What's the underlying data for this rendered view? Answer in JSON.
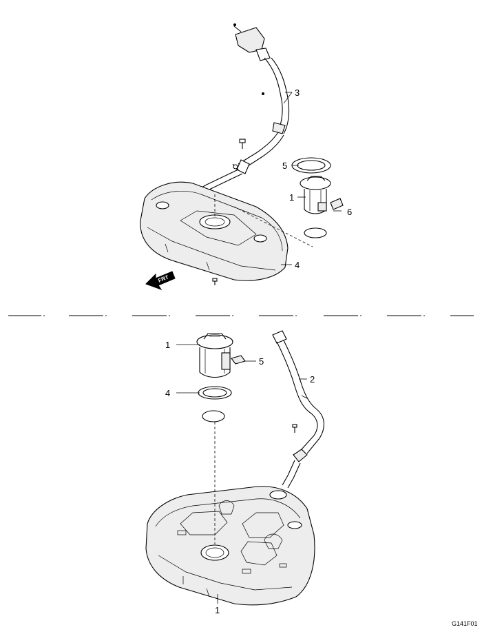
{
  "upper": {
    "callouts": {
      "c1": "1",
      "c3": "3",
      "c4": "4",
      "c5": "5",
      "c6": "6"
    },
    "direction_label": "FRT"
  },
  "lower": {
    "callouts": {
      "c1_pump": "1",
      "c1_tank": "1",
      "c2": "2",
      "c4": "4",
      "c5": "5"
    }
  },
  "figure_code": "G141F01"
}
